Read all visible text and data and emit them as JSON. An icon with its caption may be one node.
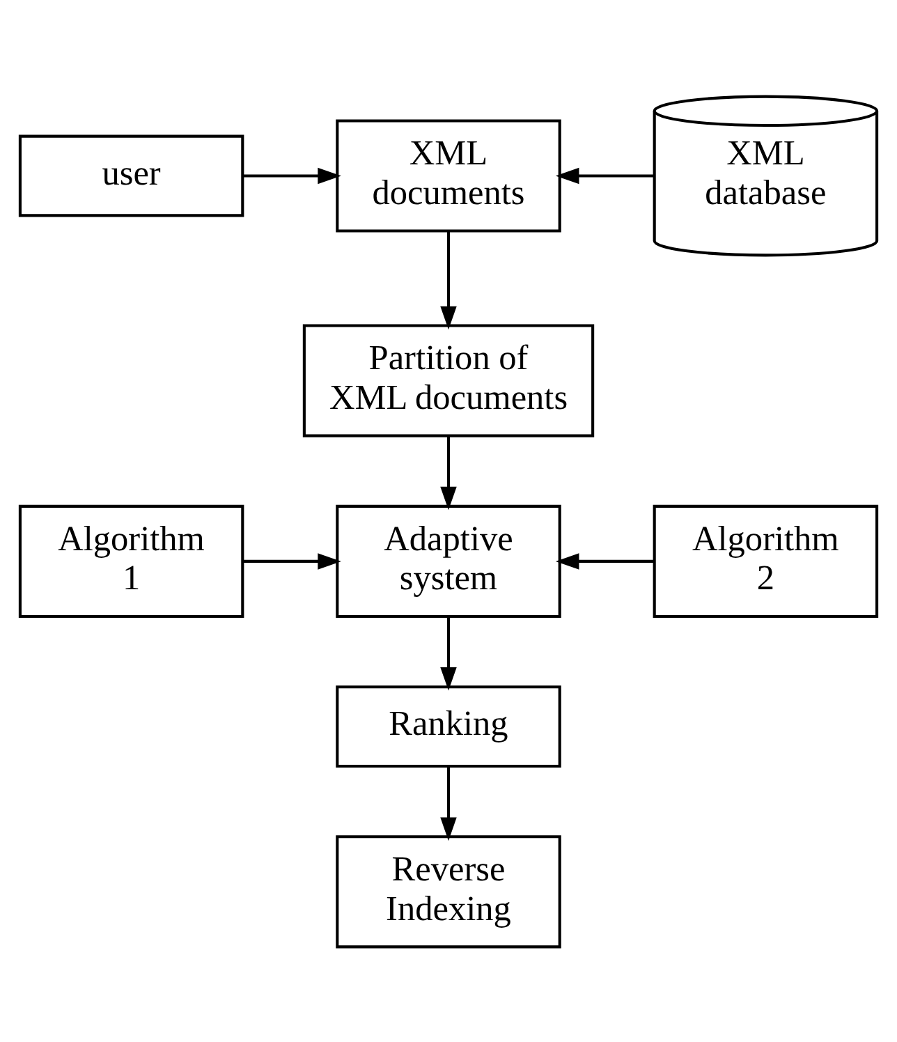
{
  "diagram": {
    "nodes": [
      {
        "text": [
          "user"
        ]
      },
      {
        "text": [
          "XML documents"
        ]
      },
      {
        "text": [
          "XML database"
        ]
      },
      {
        "text": [
          "Partition of XML documents"
        ]
      },
      {
        "text": [
          "Algorithm 1"
        ]
      },
      {
        "text": [
          "Adaptive system"
        ]
      },
      {
        "text": [
          "Algorithm 2"
        ]
      },
      {
        "text": [
          "Ranking"
        ]
      },
      {
        "text": [
          "Reverse Indexing"
        ]
      }
    ],
    "edges": [
      {
        "from": 0,
        "to": 1,
        "arrow": "to"
      },
      {
        "from": 2,
        "to": 1,
        "arrow": "to"
      },
      {
        "from": 1,
        "to": 3,
        "arrow": "to"
      },
      {
        "from": 3,
        "to": 5,
        "arrow": "to"
      },
      {
        "from": 4,
        "to": 5,
        "arrow": "to"
      },
      {
        "from": 6,
        "to": 5,
        "arrow": "to"
      },
      {
        "from": 5,
        "to": 7,
        "arrow": "to"
      },
      {
        "from": 7,
        "to": 8,
        "arrow": "to"
      }
    ]
  }
}
